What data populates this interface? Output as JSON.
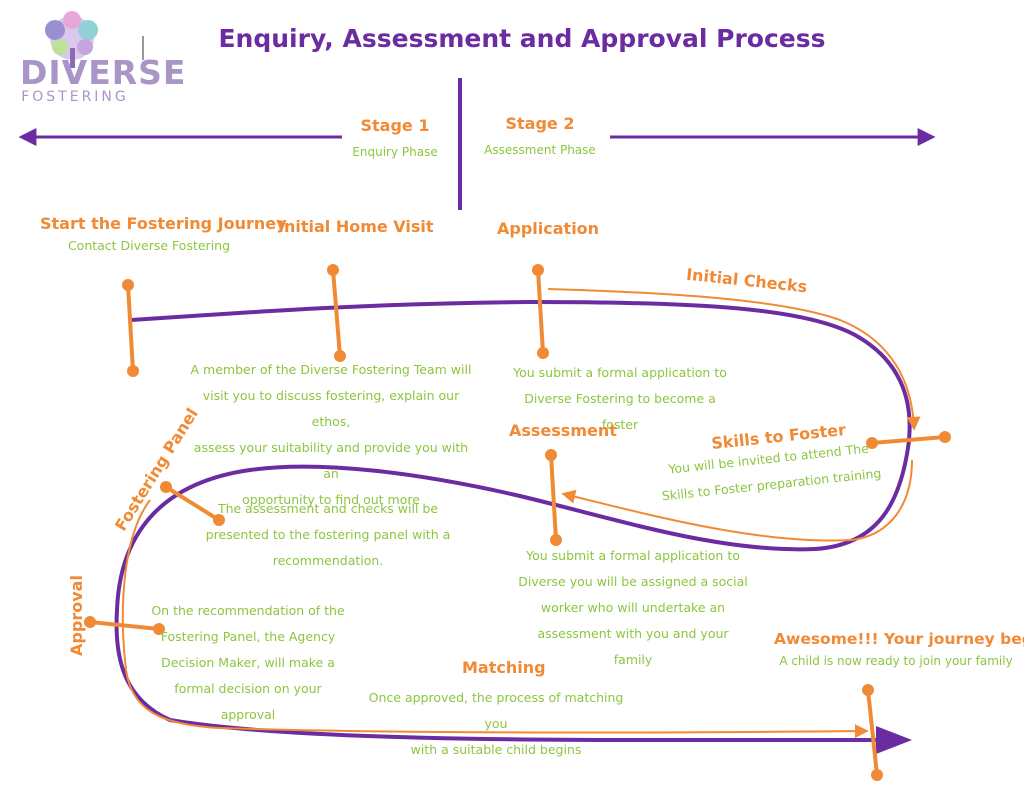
{
  "title": "Enquiry, Assessment and Approval Process",
  "logo": {
    "main": "DIVERSE",
    "sub": "FOSTERING"
  },
  "colors": {
    "purple": "#6a2ca0",
    "orange": "#f08a35",
    "green": "#8cc63f",
    "logo": "#a995c8"
  },
  "stages": [
    {
      "heading": "Stage 1",
      "subtitle": "Enquiry Phase"
    },
    {
      "heading": "Stage 2",
      "subtitle": "Assessment Phase"
    }
  ],
  "steps": {
    "start": {
      "heading": "Start the Fostering Journey",
      "text": "Contact Diverse Fostering"
    },
    "home_visit": {
      "heading": "Initial Home Visit",
      "lines": [
        "A member of the Diverse Fostering Team will",
        "visit you to discuss fostering, explain our ethos,",
        "assess your suitability and provide you with an",
        "opportunity to find out more"
      ]
    },
    "application": {
      "heading": "Application",
      "lines": [
        "You submit a formal application to",
        "Diverse Fostering to become a foster"
      ]
    },
    "initial_checks": {
      "heading": "Initial Checks"
    },
    "skills": {
      "heading": "Skills to Foster",
      "lines": [
        "You will be invited to attend The",
        "Skills to Foster preparation training"
      ]
    },
    "assessment": {
      "heading": "Assessment",
      "lines": [
        "You submit a formal application to",
        "Diverse you will be assigned a social",
        "worker who will undertake an",
        "assessment with you and your family"
      ]
    },
    "panel": {
      "heading": "Fostering Panel",
      "lines": [
        "The assessment and checks will be",
        "presented to the fostering panel with a",
        "recommendation."
      ]
    },
    "approval": {
      "heading": "Approval",
      "lines": [
        "On the recommendation of the",
        "Fostering Panel, the Agency",
        "Decision Maker, will make a",
        "formal decision on your approval"
      ]
    },
    "matching": {
      "heading": "Matching",
      "lines": [
        "Once approved, the process of matching you",
        "with a suitable child begins"
      ]
    },
    "journey": {
      "heading": "Awesome!!! Your journey begins",
      "text": "A child is now ready to join your family"
    }
  }
}
